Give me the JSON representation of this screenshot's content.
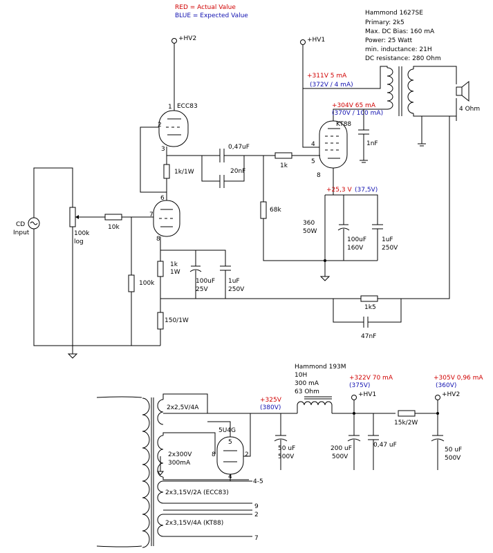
{
  "legend": {
    "red": "RED = Actual Value",
    "blue": "BLUE = Expected Value"
  },
  "output_transformer": {
    "lines": [
      "Hammond 1627SE",
      "Primary: 2k5",
      "Max. DC Bias: 160 mA",
      "Power: 25 Watt",
      "min. inductance: 21H",
      "DC resistance: 280 Ohm"
    ],
    "speaker": "4 Ohm"
  },
  "rails": {
    "hv1": "+HV1",
    "hv2": "+HV2"
  },
  "tube1": {
    "name": "ECC83",
    "pins": {
      "p1": "1",
      "p2": "2",
      "p3": "3",
      "p6": "6",
      "p7": "7",
      "p8": "8"
    }
  },
  "tube2": {
    "name": "KT88",
    "pins": {
      "p4": "4",
      "p5": "5",
      "p8": "8"
    }
  },
  "measurements": {
    "anode_actual": "+311V  5 mA",
    "anode_expected": "(372V / 4 mA)",
    "screen_actual": "+304V  65 mA",
    "screen_expected": "(370V / 100 mA)",
    "cathode_actual": "+25,3 V",
    "cathode_expected": "(37,5V)"
  },
  "components": {
    "c_coupling": "0,47uF",
    "c_20n": "20nF",
    "r_1k_grid": "1k",
    "c_1n": "1nF",
    "r_1k1w": "1k/1W",
    "r_68k": "68k",
    "r_360": "360",
    "r_360_w": "50W",
    "c_100u_k": "100uF",
    "c_100u_k_v": "160V",
    "c_1u_k": "1uF",
    "c_1u_k_v": "250V",
    "input": "CD",
    "input2": "Input",
    "pot": "100k",
    "pot2": "log",
    "r_10k": "10k",
    "r_1k_1w_a": "1k",
    "r_1k_1w_b": "1W",
    "c_100u_a": "100uF",
    "c_100u_b": "25V",
    "c_1u_a": "1uF",
    "c_1u_b": "250V",
    "r_100k": "100k",
    "r_1k5": "1k5",
    "c_47n": "47nF",
    "r_150": "150/1W"
  },
  "psu": {
    "choke": [
      "Hammond 193M",
      "10H",
      "300 mA",
      "63 Ohm"
    ],
    "v_rect_actual": "+325V",
    "v_rect_expected": "(380V)",
    "v_hv1_actual": "+322V  70 mA",
    "v_hv1_expected": "(375V)",
    "v_hv2_actual": "+305V  0,96 mA",
    "v_hv2_expected": "(360V)",
    "c1": [
      "50 uF",
      "500V"
    ],
    "c2": [
      "200 uF",
      "500V"
    ],
    "c3": "0,47 uF",
    "c4": [
      "50 uF",
      "500V"
    ],
    "r_drop": "15k/2W",
    "rectifier": "5U4G",
    "rect_pins": {
      "p5": "5",
      "p8": "8",
      "p2": "2",
      "p4": "4"
    },
    "windings": [
      "2x2,5V/4A",
      "2x300V",
      "300mA",
      "2x3,15V/2A (ECC83)",
      "2x3,15V/4A (KT88)"
    ],
    "terminals": {
      "t45": "4-5",
      "t9": "9",
      "t2": "2",
      "t7": "7"
    }
  }
}
